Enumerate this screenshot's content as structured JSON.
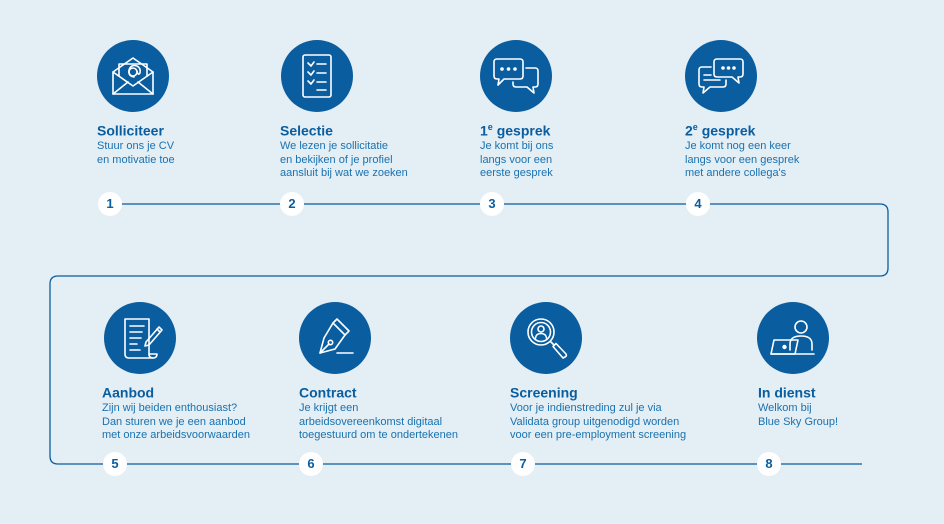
{
  "colors": {
    "background": "#e3eef5",
    "primary": "#0a5d9e",
    "text": "#1a72b0",
    "white": "#ffffff"
  },
  "steps": [
    {
      "number": "1",
      "title": "Solliciteer",
      "sup": "",
      "title_rest": "",
      "desc": "Stuur ons je CV\nen motivatie toe",
      "icon": "envelope-icon"
    },
    {
      "number": "2",
      "title": "Selectie",
      "sup": "",
      "title_rest": "",
      "desc": "We lezen je sollicitatie\nen bekijken of je profiel\naansluit bij wat we zoeken",
      "icon": "checklist-icon"
    },
    {
      "number": "3",
      "title": "1",
      "sup": "e",
      "title_rest": " gesprek",
      "desc": "Je komt bij ons\nlangs voor een\neerste gesprek",
      "icon": "chat-bubbles-icon"
    },
    {
      "number": "4",
      "title": "2",
      "sup": "e",
      "title_rest": " gesprek",
      "desc": "Je komt nog een keer\nlangs voor een gesprek\nmet andere collega's",
      "icon": "chat-bubbles-icon"
    },
    {
      "number": "5",
      "title": "Aanbod",
      "sup": "",
      "title_rest": "",
      "desc": "Zijn wij beiden enthousiast?\nDan sturen we je een aanbod\nmet onze arbeidsvoorwaarden",
      "icon": "document-pen-icon"
    },
    {
      "number": "6",
      "title": "Contract",
      "sup": "",
      "title_rest": "",
      "desc": "Je krijgt een\narbeidsovereenkomst digitaal\ntoegestuurd om te ondertekenen",
      "icon": "fountain-pen-icon"
    },
    {
      "number": "7",
      "title": "Screening",
      "sup": "",
      "title_rest": "",
      "desc": "Voor je indienstreding zul je via\nValidata group uitgenodigd worden\nvoor een pre-employment screening",
      "icon": "magnifier-person-icon"
    },
    {
      "number": "8",
      "title": "In dienst",
      "sup": "",
      "title_rest": "",
      "desc": "Welkom bij\nBlue Sky Group!",
      "icon": "person-laptop-icon"
    }
  ]
}
